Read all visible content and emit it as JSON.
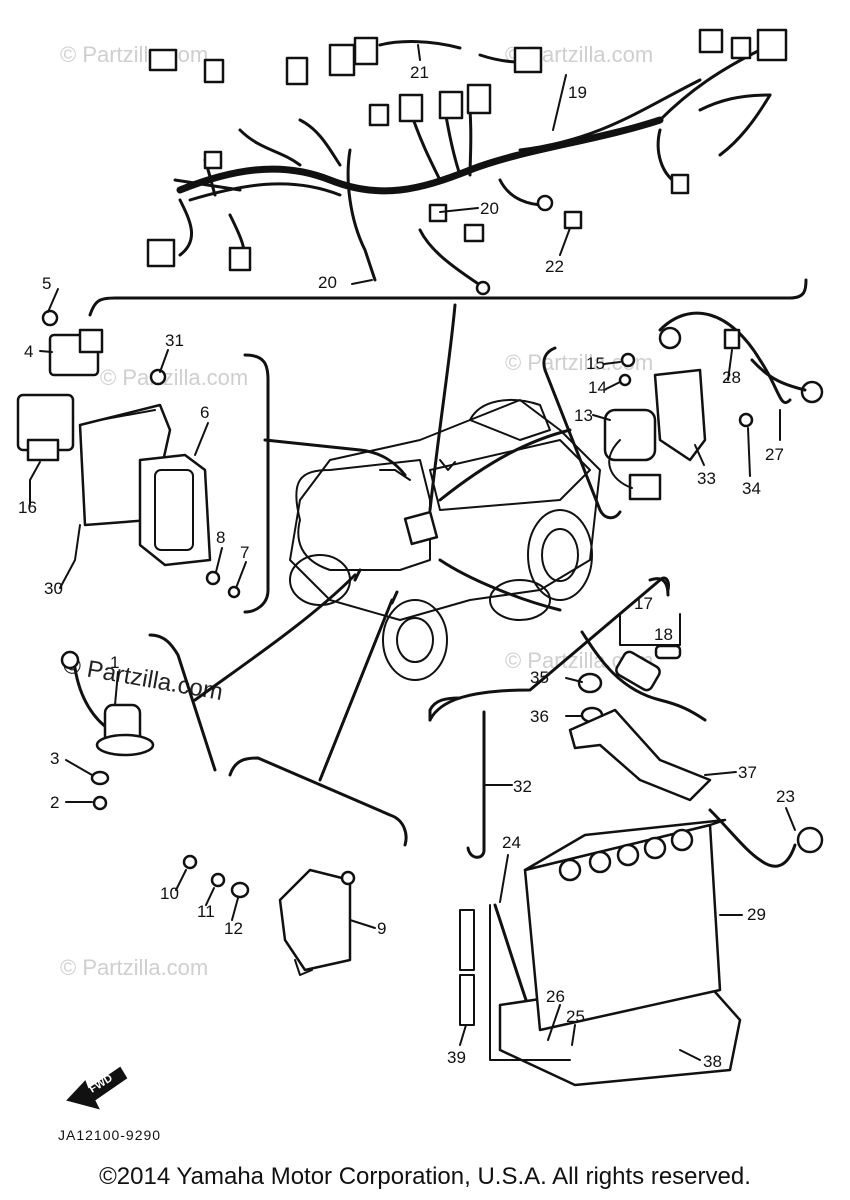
{
  "watermark": "© Partzilla.com",
  "drawing_ref": "JA12100-9290",
  "fwd_label": "FWD",
  "copyright": "©2014  Yamaha Motor Corporation, U.S.A. All rights reserved.",
  "callouts": [
    "1",
    "2",
    "3",
    "4",
    "5",
    "6",
    "7",
    "8",
    "9",
    "10",
    "11",
    "12",
    "13",
    "14",
    "15",
    "16",
    "17",
    "18",
    "19",
    "20",
    "20",
    "21",
    "22",
    "23",
    "24",
    "25",
    "26",
    "27",
    "28",
    "29",
    "30",
    "31",
    "32",
    "33",
    "34",
    "35",
    "36",
    "37",
    "38",
    "39"
  ]
}
